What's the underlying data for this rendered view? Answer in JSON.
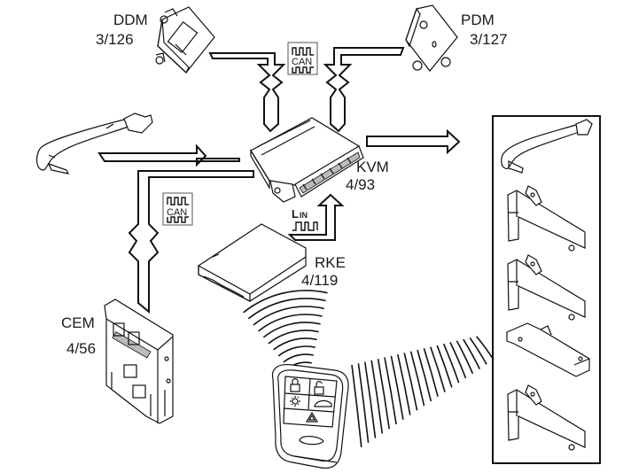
{
  "modules": {
    "ddm": {
      "name": "DDM",
      "code": "3/126"
    },
    "pdm": {
      "name": "PDM",
      "code": "3/127"
    },
    "kvm": {
      "name": "KVM",
      "code": "4/93"
    },
    "rke": {
      "name": "RKE",
      "code": "4/119"
    },
    "cem": {
      "name": "CEM",
      "code": "4/56"
    }
  },
  "buses": {
    "can_top": "CAN",
    "can_left": "CAN",
    "lin": {
      "big": "L",
      "small": "IN"
    }
  },
  "remote_buttons": [
    "lock-icon",
    "unlock-icon",
    "light-icon",
    "trunk-icon",
    "hazard-icon"
  ],
  "output_components": [
    "door-handle",
    "lock-antenna-1",
    "lock-antenna-2",
    "antenna-bracket",
    "lock-antenna-3"
  ]
}
